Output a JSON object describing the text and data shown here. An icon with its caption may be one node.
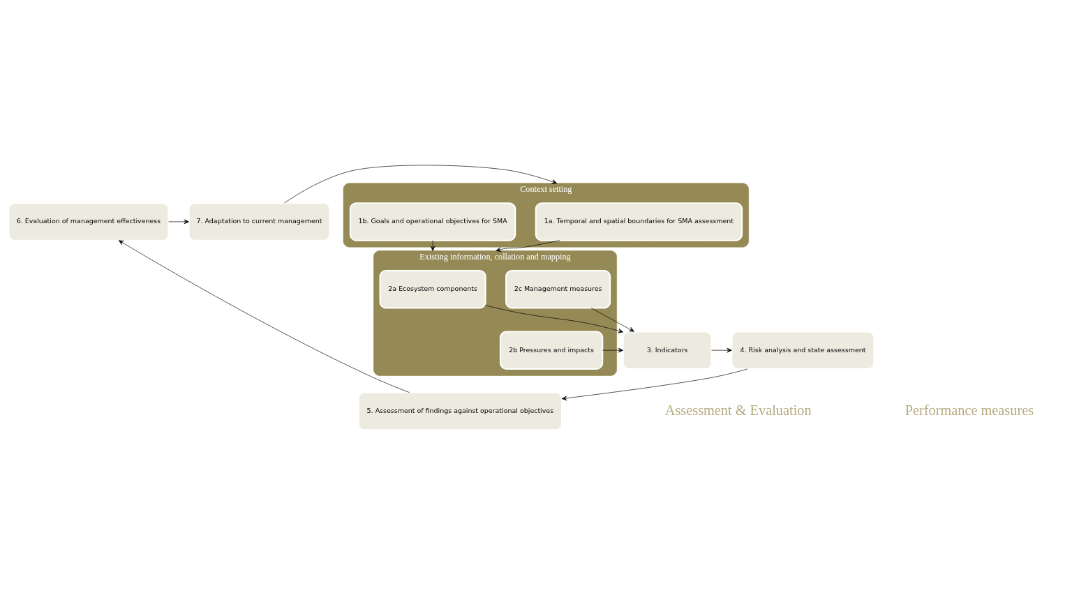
{
  "diagram": {
    "nodes": [
      {
        "text": [
          "6. Evaluation of management effectiveness"
        ]
      },
      {
        "text": [
          "7. Adaptation to current management"
        ]
      },
      {
        "text": [
          "Context setting"
        ]
      },
      {
        "text": [
          "1a. Temporal and spatial boundaries for SMA assessment"
        ],
        "in": 2
      },
      {
        "text": [
          "1b. Goals and operational objectives for SMA"
        ],
        "in": 2
      },
      {
        "text": [
          "5. Assessment of findings against operational objectives"
        ]
      },
      {
        "text": [
          "Existing information, collation and mapping"
        ]
      },
      {
        "text": [
          "2a Ecosystem components"
        ],
        "in": 6
      },
      {
        "text": [
          "2b Pressures and impacts"
        ],
        "in": 6
      },
      {
        "text": [
          "2c Management measures"
        ],
        "in": 6
      },
      {
        "text": [
          "4. Risk analysis and state assessment"
        ]
      },
      {
        "text": [
          "3. Indicators"
        ]
      }
    ],
    "edges": [
      {
        "from": 0,
        "to": 1,
        "arrow": "to"
      },
      {
        "from": 1,
        "to": 2,
        "arrow": "to"
      },
      {
        "from": 3,
        "to": 6,
        "arrow": "to"
      },
      {
        "from": 4,
        "to": 6,
        "arrow": "to"
      },
      {
        "from": 7,
        "to": 11,
        "arrow": "to"
      },
      {
        "from": 8,
        "to": 11,
        "arrow": "to"
      },
      {
        "from": 9,
        "to": 11,
        "arrow": "to"
      },
      {
        "from": 11,
        "to": 10,
        "arrow": "to"
      },
      {
        "from": 10,
        "to": 5,
        "arrow": "to"
      },
      {
        "from": 5,
        "to": 0,
        "arrow": "to"
      }
    ],
    "labels": [
      "Assessment & Evaluation",
      "Performance measures"
    ]
  }
}
